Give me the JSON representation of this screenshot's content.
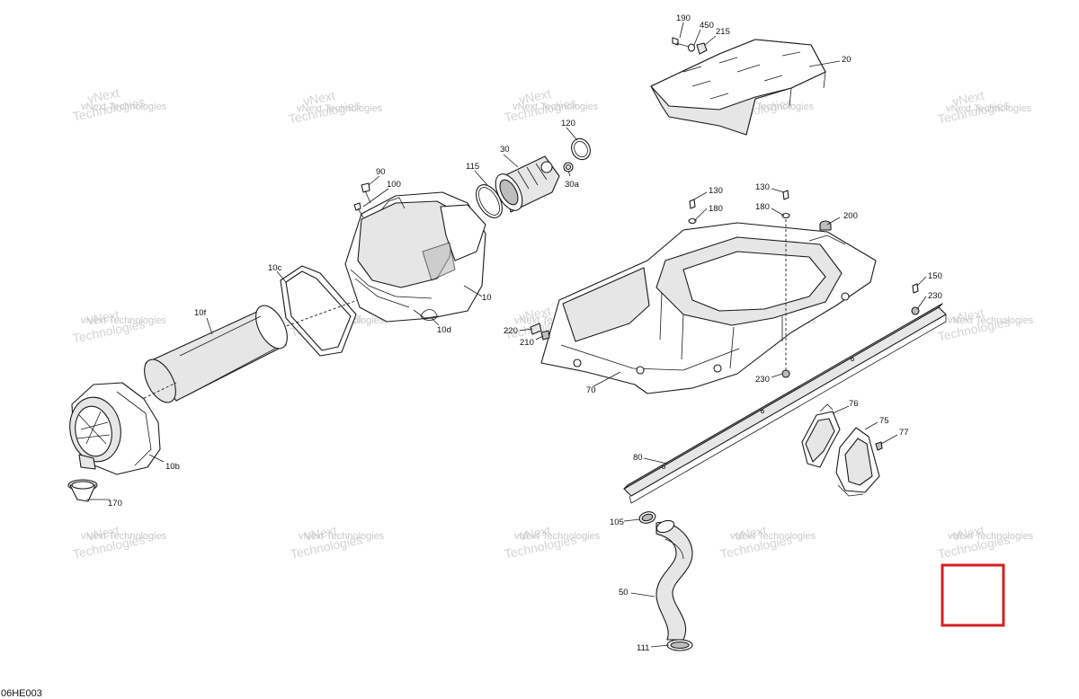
{
  "diagram_code": "06HE003",
  "watermark": {
    "line1": "vNext",
    "line2": "Technologies",
    "inline": "vNext Technologies"
  },
  "highlight_color": "#d42020",
  "callouts": {
    "c190": "190",
    "c450": "450",
    "c215": "215",
    "c20": "20",
    "c90": "90",
    "c100": "100",
    "c115": "115",
    "c30": "30",
    "c120": "120",
    "c30a": "30a",
    "c10c": "10c",
    "c10f": "10f",
    "c10": "10",
    "c10d": "10d",
    "c10b": "10b",
    "c170": "170",
    "c130a": "130",
    "c180a": "180",
    "c130b": "130",
    "c180b": "180",
    "c200": "200",
    "c150": "150",
    "c230a": "230",
    "c220": "220",
    "c210": "210",
    "c70": "70",
    "c230b": "230",
    "c76": "76",
    "c75": "75",
    "c77": "77",
    "c80": "80",
    "c105": "105",
    "c50": "50",
    "c111": "111"
  }
}
